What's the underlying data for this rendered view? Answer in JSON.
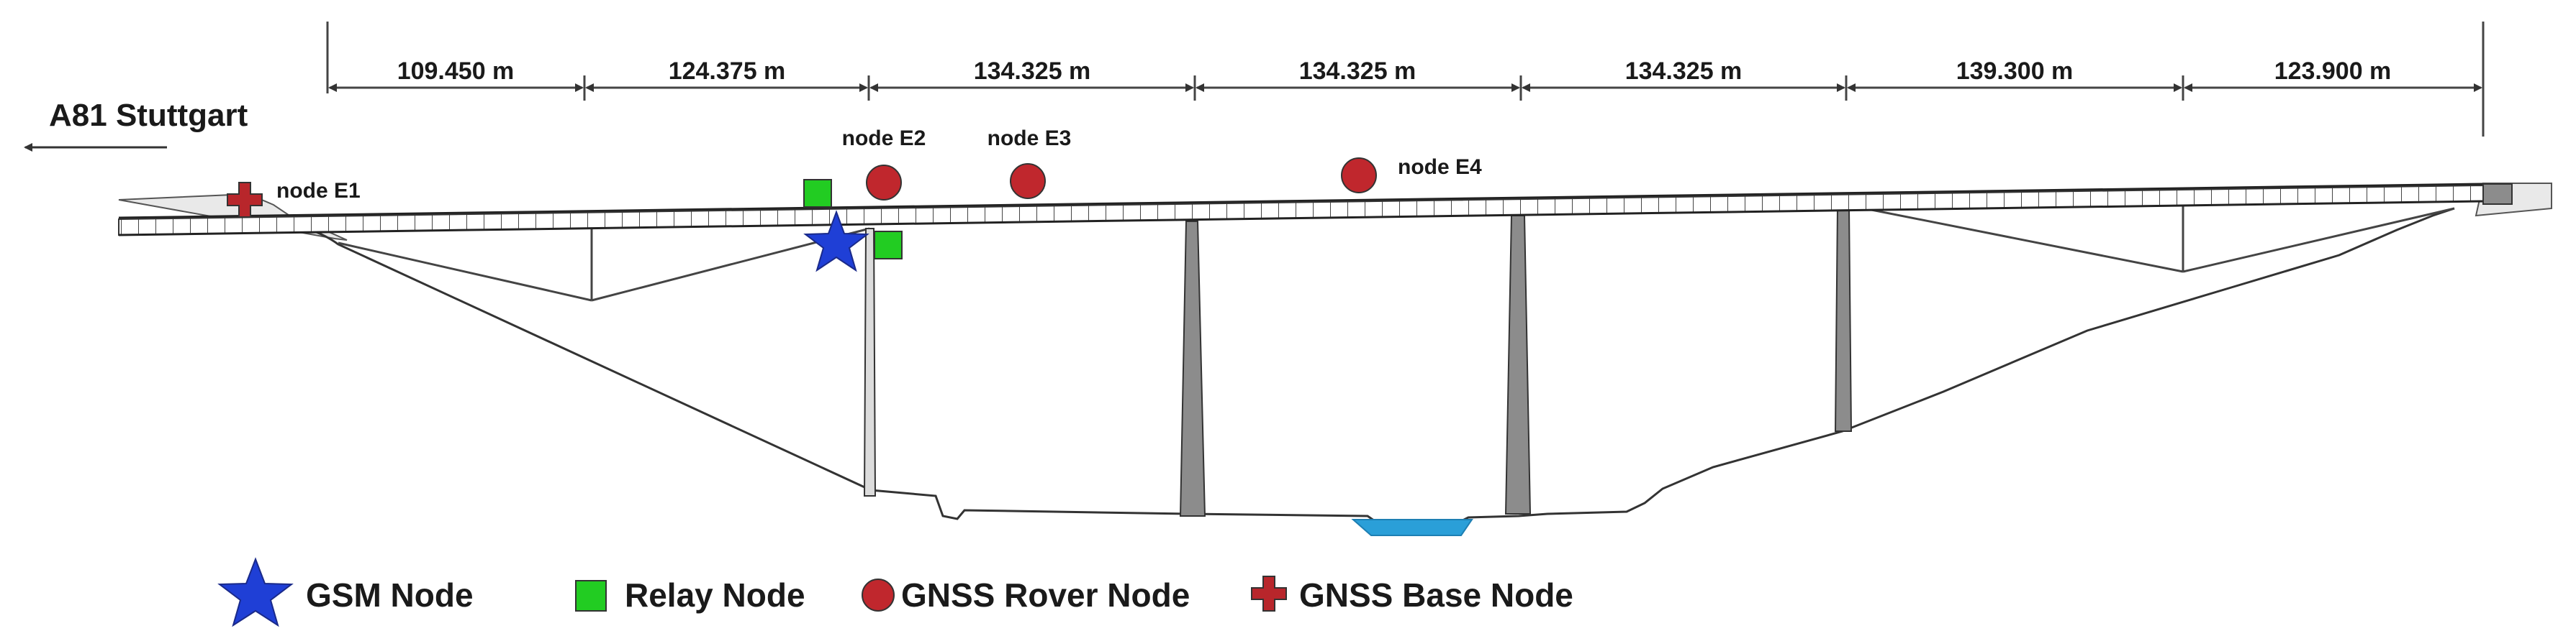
{
  "direction_label": "A81 Stuttgart",
  "spans": [
    "109.450 m",
    "124.375 m",
    "134.325 m",
    "134.325 m",
    "134.325 m",
    "139.300 m",
    "123.900 m"
  ],
  "node_labels": {
    "e1": "node E1",
    "e2": "node E2",
    "e3": "node E3",
    "e4": "node E4"
  },
  "legend": {
    "gsm": "GSM Node",
    "relay": "Relay Node",
    "rover": "GNSS Rover Node",
    "base": "GNSS Base Node"
  },
  "colors": {
    "gsm": "#1f3fd6",
    "relay": "#22cc22",
    "rover": "#c0272d",
    "base": "#b8262b",
    "water": "#2a9fd8",
    "pier": "#8c8c8c",
    "line": "#333333"
  },
  "icons": {
    "gsm": "star-icon",
    "relay": "square-icon",
    "rover": "circle-icon",
    "base": "cross-icon"
  }
}
